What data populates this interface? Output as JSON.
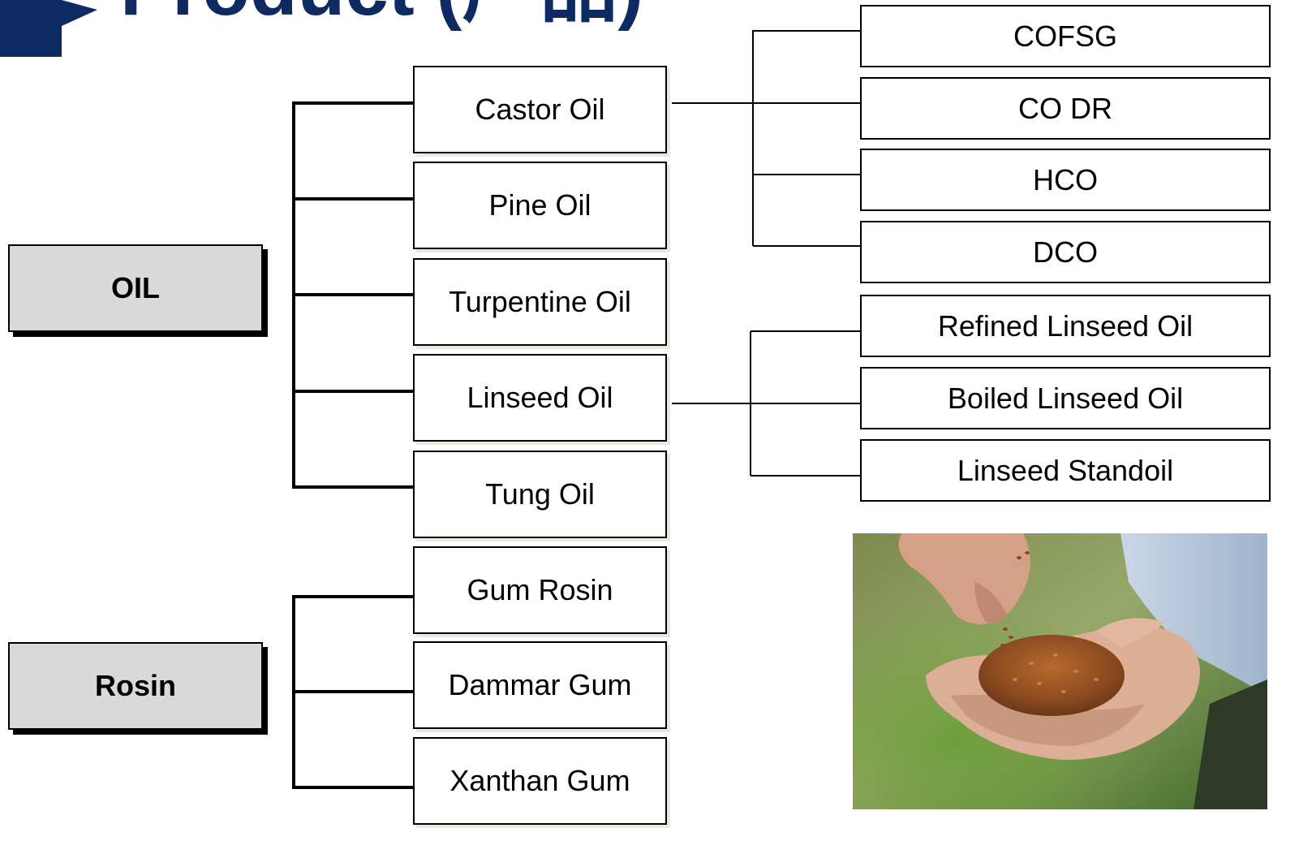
{
  "header": {
    "title": "Product (产品)"
  },
  "categories": [
    {
      "label": "OIL"
    },
    {
      "label": "Rosin"
    }
  ],
  "products": [
    {
      "label": "Castor Oil"
    },
    {
      "label": "Pine Oil"
    },
    {
      "label": "Turpentine Oil"
    },
    {
      "label": "Linseed Oil"
    },
    {
      "label": "Tung Oil"
    },
    {
      "label": "Gum Rosin"
    },
    {
      "label": "Dammar Gum"
    },
    {
      "label": "Xanthan Gum"
    }
  ],
  "castor_derivatives": [
    {
      "label": "COFSG"
    },
    {
      "label": "CO DR"
    },
    {
      "label": "HCO"
    },
    {
      "label": "DCO"
    }
  ],
  "linseed_derivatives": [
    {
      "label": "Refined Linseed Oil"
    },
    {
      "label": "Boiled Linseed Oil"
    },
    {
      "label": "Linseed Standoil"
    }
  ],
  "photo": {
    "subject": "hands-holding-linseed-seeds"
  },
  "colors": {
    "title": "#0d2a63",
    "category_fill": "#d9d9d9",
    "line": "#000000"
  }
}
